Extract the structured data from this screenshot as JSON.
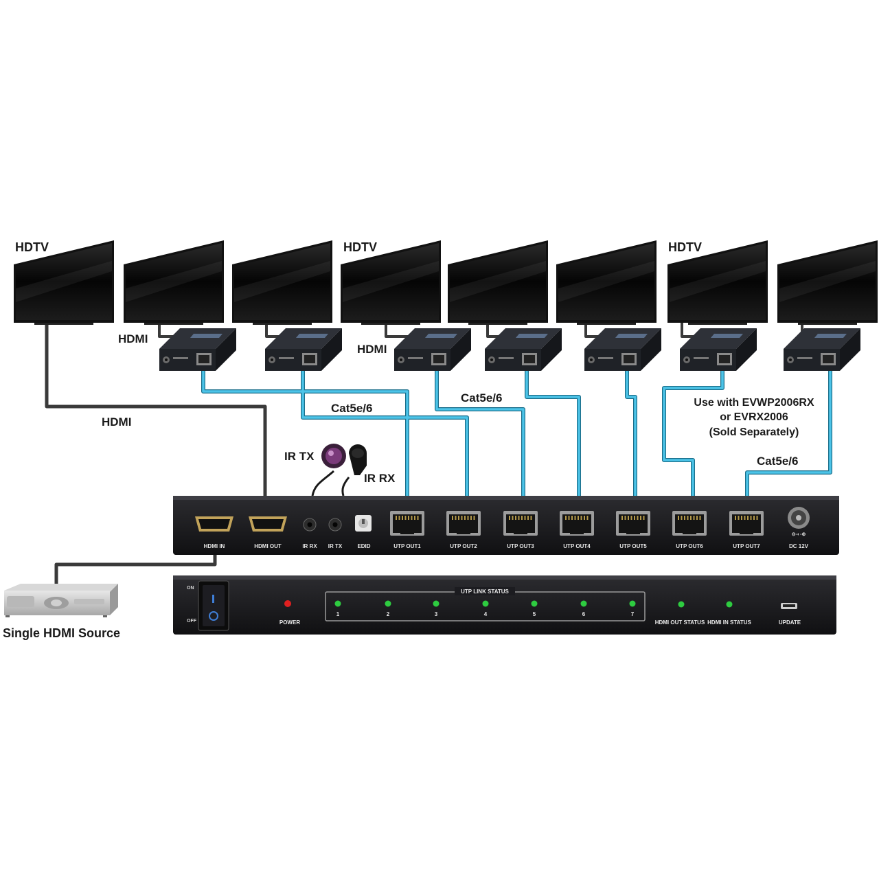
{
  "labels": {
    "hdtv": "HDTV",
    "hdmi": "HDMI",
    "cat": "Cat5e/6",
    "ir_tx": "IR TX",
    "ir_rx": "IR RX",
    "compat_line1": "Use with EVWP2006RX",
    "compat_line2": "or EVRX2006",
    "compat_line3": "(Sold Separately)",
    "source": "Single HDMI Source"
  },
  "rear_panel": {
    "ports": [
      "HDMI IN",
      "HDMI OUT",
      "IR RX",
      "IR TX",
      "EDID"
    ],
    "utp_outputs": [
      "UTP OUT1",
      "UTP OUT2",
      "UTP OUT3",
      "UTP OUT4",
      "UTP OUT5",
      "UTP OUT6",
      "UTP OUT7"
    ],
    "power_input": "DC 12V"
  },
  "front_panel": {
    "switch_on": "ON",
    "switch_off": "OFF",
    "power": "POWER",
    "link_status_title": "UTP LINK STATUS",
    "link_numbers": [
      "1",
      "2",
      "3",
      "4",
      "5",
      "6",
      "7"
    ],
    "hdmi_out_status": "HDMI OUT STATUS",
    "hdmi_in_status": "HDMI IN STATUS",
    "update": "UPDATE"
  },
  "colors": {
    "cat_cable": "#4cc4e8",
    "hdmi_cable": "#3a3a3a",
    "led_green": "#2ecc40",
    "led_red": "#e02020"
  }
}
